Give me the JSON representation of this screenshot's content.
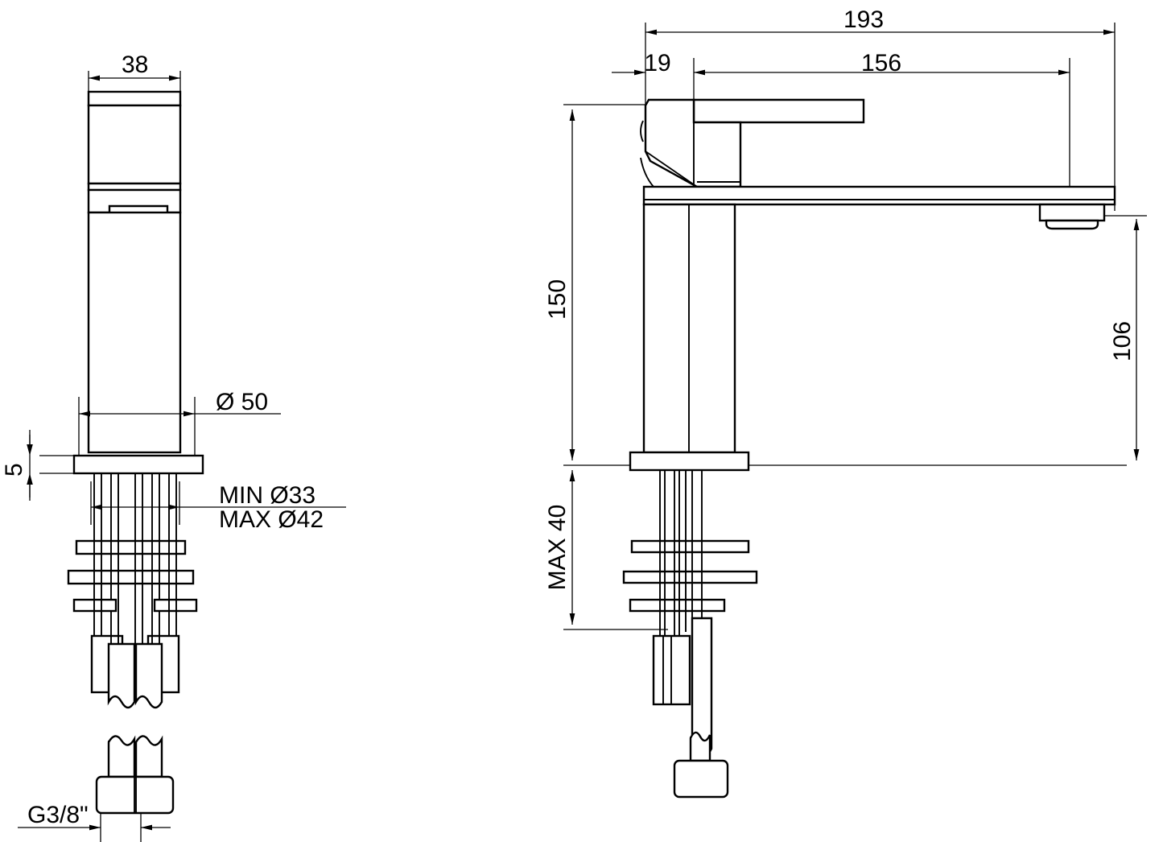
{
  "drawing": {
    "title": "Single-lever basin mixer dimensional drawing",
    "units": "mm",
    "line_color": "#000000",
    "background_color": "#ffffff",
    "views": [
      {
        "name": "front-view",
        "position": "left"
      },
      {
        "name": "side-view",
        "position": "right"
      }
    ]
  },
  "dimensions": {
    "front": {
      "body_width": "38",
      "base_diameter": "Ø  50",
      "base_plate_thickness": "5",
      "hole_min": "MIN Ø33",
      "hole_max": "MAX Ø42",
      "thread": "G3/8\""
    },
    "side": {
      "total_reach": "193",
      "lever_offset": "19",
      "spout_reach": "156",
      "total_height": "150",
      "spout_height": "106",
      "max_thickness": "MAX 40"
    }
  },
  "labels": {
    "d38": "38",
    "d50": "Ø  50",
    "d5": "5",
    "dmin33": "MIN Ø33",
    "dmax42": "MAX Ø42",
    "g38": "G3/8\"",
    "d193": "193",
    "d19": "19",
    "d156": "156",
    "d150": "150",
    "d106": "106",
    "dmax40": "MAX 40"
  }
}
